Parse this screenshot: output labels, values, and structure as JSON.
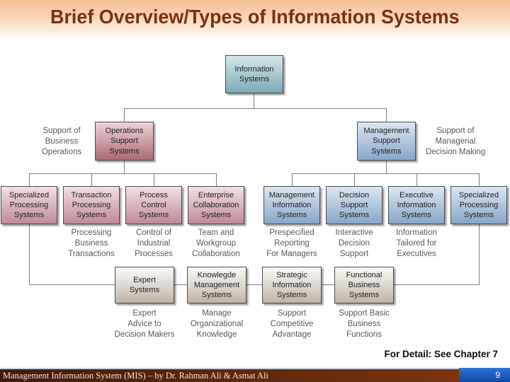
{
  "title": "Brief Overview/Types of Information Systems",
  "chapter_note": "For Detail: See Chapter 7",
  "footer": {
    "text": "Management Information System (MIS) – by Dr. Rahman Ali & Asmat Ali",
    "page_number": "9"
  },
  "colors": {
    "title_text": "#7b3018",
    "title_band_top": "#f5bf96",
    "teal_box_bottom": "#7caab6",
    "maroon_box_bottom": "#ad6977",
    "blue_box_bottom": "#89a6c9",
    "pink_box_bottom": "#bf8b98",
    "gray_box_bottom": "#bfb5a7",
    "connector": "#808080",
    "footer_bar": "#5d260b",
    "page_badge_blue": "#0c4aa8"
  },
  "diagram": {
    "root": {
      "label": "Information\nSystems"
    },
    "branches": [
      {
        "label": "Operations\nSupport\nSystems",
        "side_label": "Support of\nBusiness\nOperations"
      },
      {
        "label": "Management\nSupport\nSystems",
        "side_label": "Support of\nManagerial\nDecision Making"
      }
    ],
    "row3": [
      {
        "label": "Specialized\nProcessing\nSystems",
        "sublabel": ""
      },
      {
        "label": "Transaction\nProcessing\nSystems",
        "sublabel": "Processing\nBusiness\nTransactions"
      },
      {
        "label": "Process\nControl\nSystems",
        "sublabel": "Control of\nIndustrial\nProcesses"
      },
      {
        "label": "Enterprise\nCollaboration\nSystems",
        "sublabel": "Team and\nWorkgroup\nCollaboration"
      },
      {
        "label": "Management\nInformation\nSystems",
        "sublabel": "Prespecified\nReporting\nFor Managers"
      },
      {
        "label": "Decision\nSupport\nSystems",
        "sublabel": "Interactive\nDecision\nSupport"
      },
      {
        "label": "Executive\nInformation\nSystems",
        "sublabel": "Information\nTailored for\nExecutives"
      },
      {
        "label": "Specialized\nProcessing\nSystems",
        "sublabel": ""
      }
    ],
    "row4": [
      {
        "label": "Expert\nSystems",
        "sublabel": "Expert\nAdvice to\nDecision Makers"
      },
      {
        "label": "Knowlegde\nManagement\nSystems",
        "sublabel": "Manage\nOrganizational\nKnowledge"
      },
      {
        "label": "Strategic\nInformation\nSystems",
        "sublabel": "Support\nCompetitive\nAdvantage"
      },
      {
        "label": "Functional\nBusiness\nSystems",
        "sublabel": "Support Basic\nBusiness\nFunctions"
      }
    ]
  }
}
